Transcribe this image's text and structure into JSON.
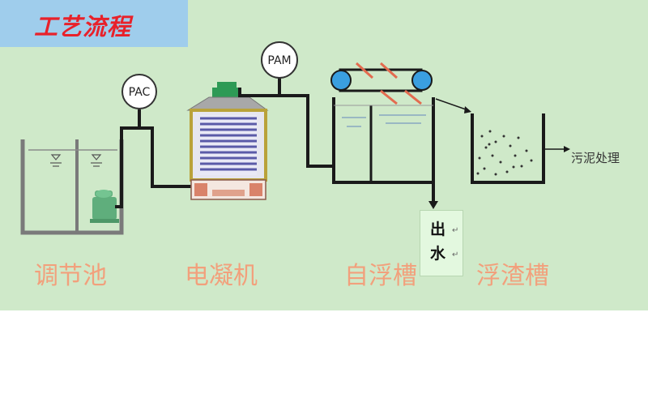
{
  "title": "工艺流程",
  "dosing": {
    "pac": "PAC",
    "pam": "PAM"
  },
  "outflow": {
    "char1": "出",
    "char2": "水",
    "mark": "↵"
  },
  "sludge_label": "污泥处理",
  "stages": [
    {
      "label": "调节池"
    },
    {
      "label": "电凝机"
    },
    {
      "label": "自浮槽"
    },
    {
      "label": "浮渣槽"
    }
  ],
  "colors": {
    "background": "#cfe9c9",
    "title_box": "#9fcdec",
    "title_text": "#e8212a",
    "stage_label": "#f2a07c",
    "pipe": "#1a1a1a",
    "tank_wall": "#7a7a7a",
    "pump": "#5fae7c",
    "electrode_stack": "#5a5aa8",
    "conveyor": "#2f8fd0",
    "scraper": "#e36b4f"
  },
  "icons": [
    "pump-icon",
    "gauge-icon",
    "electrocoagulator-icon",
    "conveyor-icon",
    "flow-arrow-icon"
  ]
}
